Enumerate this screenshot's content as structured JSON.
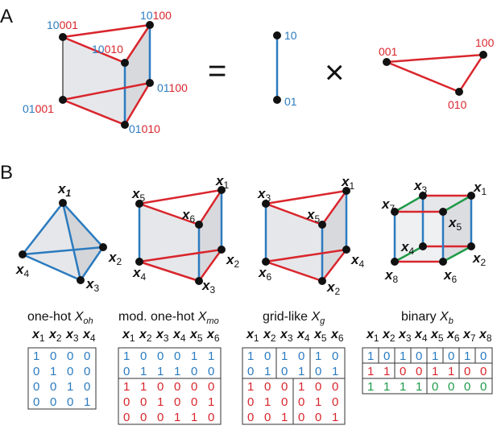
{
  "panel_a": {
    "label": "A",
    "prism_vertices": [
      {
        "blue": "10",
        "red": "001"
      },
      {
        "blue": "10",
        "red": "100"
      },
      {
        "blue": "10",
        "red": "010"
      },
      {
        "blue": "01",
        "red": "100"
      },
      {
        "blue": "01",
        "red": "001"
      },
      {
        "blue": "01",
        "red": "010"
      }
    ],
    "equals": "=",
    "times": "×",
    "segment_labels": [
      "10",
      "01"
    ],
    "triangle_labels": [
      "001",
      "100",
      "010"
    ]
  },
  "panel_b": {
    "label": "B",
    "tetra_labels": [
      "x",
      "x",
      "x",
      "x"
    ],
    "tetra_subs": [
      "1",
      "2",
      "3",
      "4"
    ],
    "modprism_subs": [
      "5",
      "1",
      "6",
      "2",
      "4",
      "3"
    ],
    "gridprism_subs": [
      "3",
      "1",
      "5",
      "4",
      "6",
      "2"
    ],
    "cube_subs": [
      "3",
      "1",
      "7",
      "5",
      "4",
      "2",
      "8",
      "6"
    ],
    "encodings": [
      {
        "name": "one-hot ",
        "sym": "X",
        "sub": "oh",
        "headers": [
          "1",
          "2",
          "3",
          "4"
        ],
        "rows": [
          {
            "color": "blue",
            "cells": [
              "1",
              "0",
              "0",
              "0"
            ]
          },
          {
            "color": "blue",
            "cells": [
              "0",
              "1",
              "0",
              "0"
            ]
          },
          {
            "color": "blue",
            "cells": [
              "0",
              "0",
              "1",
              "0"
            ]
          },
          {
            "color": "blue",
            "cells": [
              "0",
              "0",
              "0",
              "1"
            ]
          }
        ]
      },
      {
        "name": "mod. one-hot ",
        "sym": "X",
        "sub": "mo",
        "headers": [
          "1",
          "2",
          "3",
          "4",
          "5",
          "6"
        ],
        "rows": [
          {
            "color": "blue",
            "cells": [
              "1",
              "0",
              "0",
              "0",
              "1",
              "1"
            ]
          },
          {
            "color": "blue",
            "cells": [
              "0",
              "1",
              "1",
              "1",
              "0",
              "0"
            ]
          },
          {
            "color": "red",
            "cells": [
              "1",
              "1",
              "0",
              "0",
              "0",
              "0"
            ]
          },
          {
            "color": "red",
            "cells": [
              "0",
              "0",
              "1",
              "0",
              "0",
              "1"
            ]
          },
          {
            "color": "red",
            "cells": [
              "0",
              "0",
              "0",
              "1",
              "1",
              "0"
            ]
          }
        ]
      },
      {
        "name": "grid-like ",
        "sym": "X",
        "sub": "g",
        "headers": [
          "1",
          "2",
          "3",
          "4",
          "5",
          "6"
        ],
        "rows": [
          {
            "color": "blue",
            "cells": [
              "1",
              "0",
              "1",
              "0",
              "1",
              "0"
            ]
          },
          {
            "color": "blue",
            "cells": [
              "0",
              "1",
              "0",
              "1",
              "0",
              "1"
            ]
          },
          {
            "color": "red",
            "cells": [
              "1",
              "0",
              "0",
              "1",
              "0",
              "0"
            ]
          },
          {
            "color": "red",
            "cells": [
              "0",
              "1",
              "0",
              "0",
              "1",
              "0"
            ]
          },
          {
            "color": "red",
            "cells": [
              "0",
              "0",
              "1",
              "0",
              "0",
              "1"
            ]
          }
        ]
      },
      {
        "name": "binary ",
        "sym": "X",
        "sub": "b",
        "headers": [
          "1",
          "2",
          "3",
          "4",
          "5",
          "6",
          "7",
          "8"
        ],
        "rows": [
          {
            "color": "blue",
            "cells": [
              "1",
              "0",
              "1",
              "0",
              "1",
              "0",
              "1",
              "0"
            ]
          },
          {
            "color": "red",
            "cells": [
              "1",
              "1",
              "0",
              "0",
              "1",
              "1",
              "0",
              "0"
            ]
          },
          {
            "color": "green",
            "cells": [
              "1",
              "1",
              "1",
              "1",
              "0",
              "0",
              "0",
              "0"
            ]
          }
        ]
      }
    ]
  },
  "colors": {
    "blue": "#2b7bbf",
    "red": "#d9262d",
    "green": "#1f9a48",
    "face": "#e6e7ea",
    "vertex": "#111111"
  }
}
